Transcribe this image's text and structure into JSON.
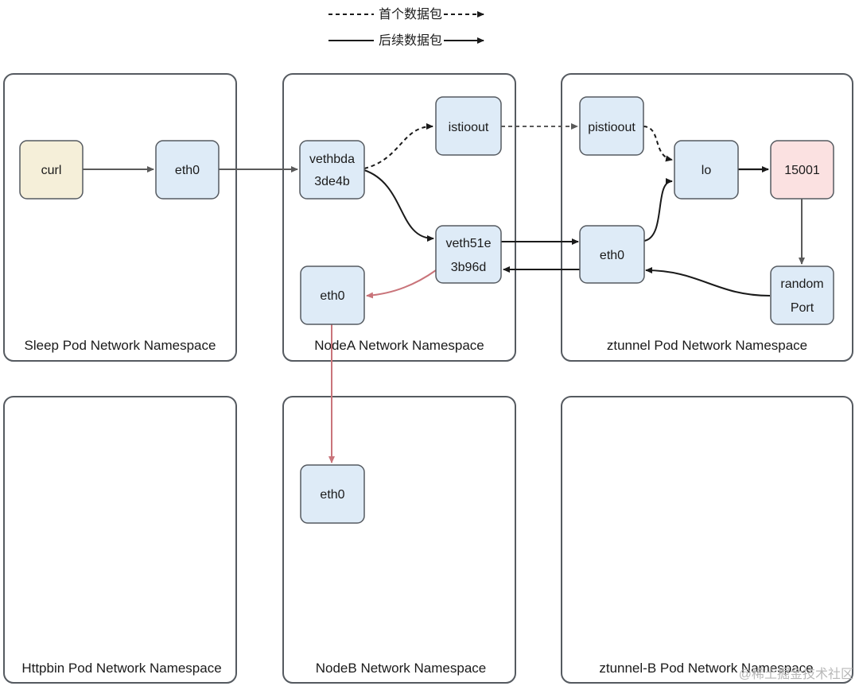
{
  "legend": {
    "first_packet": "首个数据包",
    "subsequent_packets": "后续数据包"
  },
  "namespaces": {
    "sleep": "Sleep Pod Network Namespace",
    "nodea": "NodeA Network Namespace",
    "ztunnel": "ztunnel Pod Network Namespace",
    "httpbin": "Httpbin Pod Network Namespace",
    "nodeb": "NodeB Network Namespace",
    "ztunnel_b": "ztunnel-B Pod Network Namespace"
  },
  "nodes": {
    "curl": "curl",
    "sleep_eth0": "eth0",
    "vethbda_line1": "vethbda",
    "vethbda_line2": "3de4b",
    "istioout": "istioout",
    "veth51e_line1": "veth51e",
    "veth51e_line2": "3b96d",
    "nodea_eth0": "eth0",
    "pistioout": "pistioout",
    "lo": "lo",
    "port15001": "15001",
    "ztunnel_eth0": "eth0",
    "random_line1": "random",
    "random_line2": "Port",
    "nodeb_eth0": "eth0"
  },
  "colors": {
    "blue_node": "#deebf7",
    "yellow_node": "#f5efd9",
    "pink_node": "#fbe1e1",
    "red_arrow": "#c9747a",
    "gray_arrow": "#5a5a5a",
    "black_arrow": "#1a1a1a"
  },
  "watermark": "@稀土掘金技术社区"
}
